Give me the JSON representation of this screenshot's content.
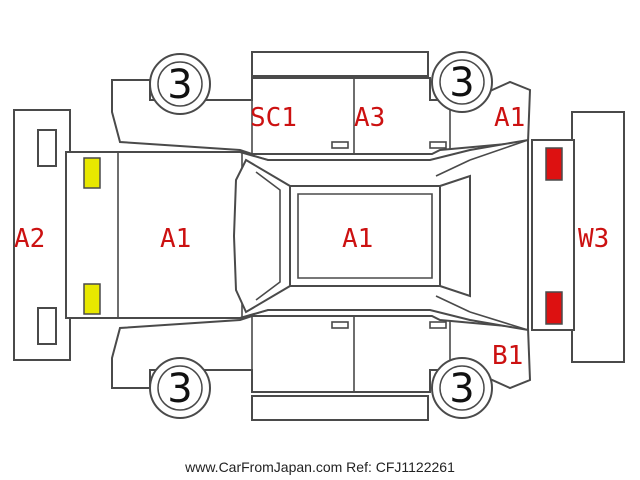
{
  "colors": {
    "defect_code": "#cc1111",
    "headlight": "#e8e800",
    "taillight": "#dd1111",
    "outline": "#4a4a4a"
  },
  "tires": {
    "front_left": "3",
    "rear_left": "3",
    "front_right": "3",
    "rear_right": "3"
  },
  "codes": {
    "front_bumper": "A2",
    "hood": "A1",
    "roof": "A1",
    "right_front_door": "SC1",
    "right_rear_door": "A3",
    "right_rear_fender": "A1",
    "left_rear_fender": "B1",
    "rear_glass": "W3"
  },
  "footer": "www.CarFromJapan.com Ref: CFJ1122261"
}
